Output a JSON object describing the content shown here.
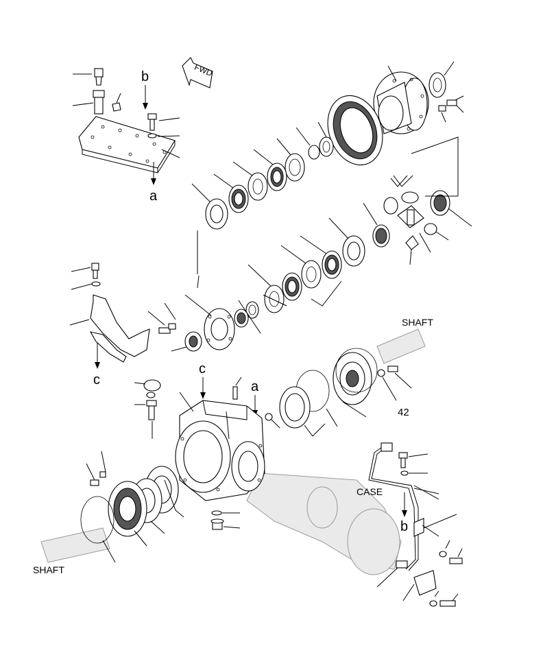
{
  "labels": {
    "fwd": "FWD",
    "shaft_upper": "SHAFT",
    "shaft_lower": "SHAFT",
    "case": "CASE",
    "ref_a_top": "a",
    "ref_a_mid": "a",
    "ref_b_top": "b",
    "ref_b_right": "b",
    "ref_c_left": "c",
    "ref_c_mid": "c",
    "part_42": "42"
  },
  "colors": {
    "line": "#000000",
    "ghost": "#999999",
    "shade": "#555555"
  }
}
